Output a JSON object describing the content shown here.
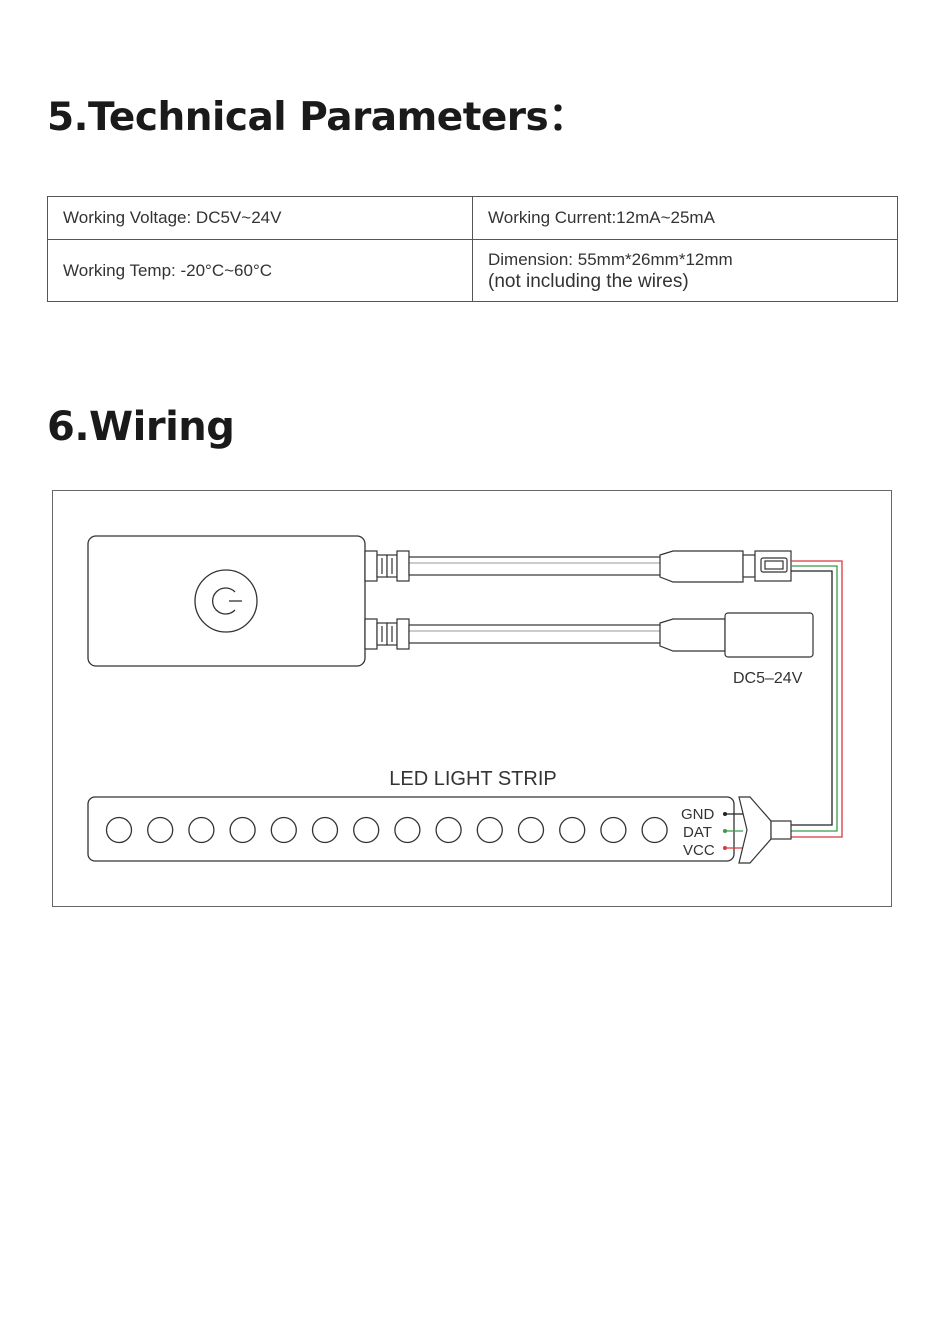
{
  "section5": {
    "title": "5.Technical Parameters："
  },
  "params": {
    "voltage": "Working  Voltage: DC5V~24V",
    "current": "Working  Current:12mA~25mA",
    "temp": "Working Temp:  -20°C~60°C",
    "dimension": "Dimension: 55mm*26mm*12mm",
    "dimension_note": "(not including the wires)"
  },
  "section6": {
    "title": "6.Wiring"
  },
  "wiring": {
    "power_label": "DC5–24V",
    "strip_label": "LED LIGHT STRIP",
    "pins": [
      "GND",
      "DAT",
      "VCC"
    ],
    "led_count": 14,
    "wire_colors": {
      "gnd": "#222222",
      "dat": "#3a9a4a",
      "vcc": "#d83a3a"
    },
    "icons": {
      "controller_button": "power-icon"
    }
  }
}
